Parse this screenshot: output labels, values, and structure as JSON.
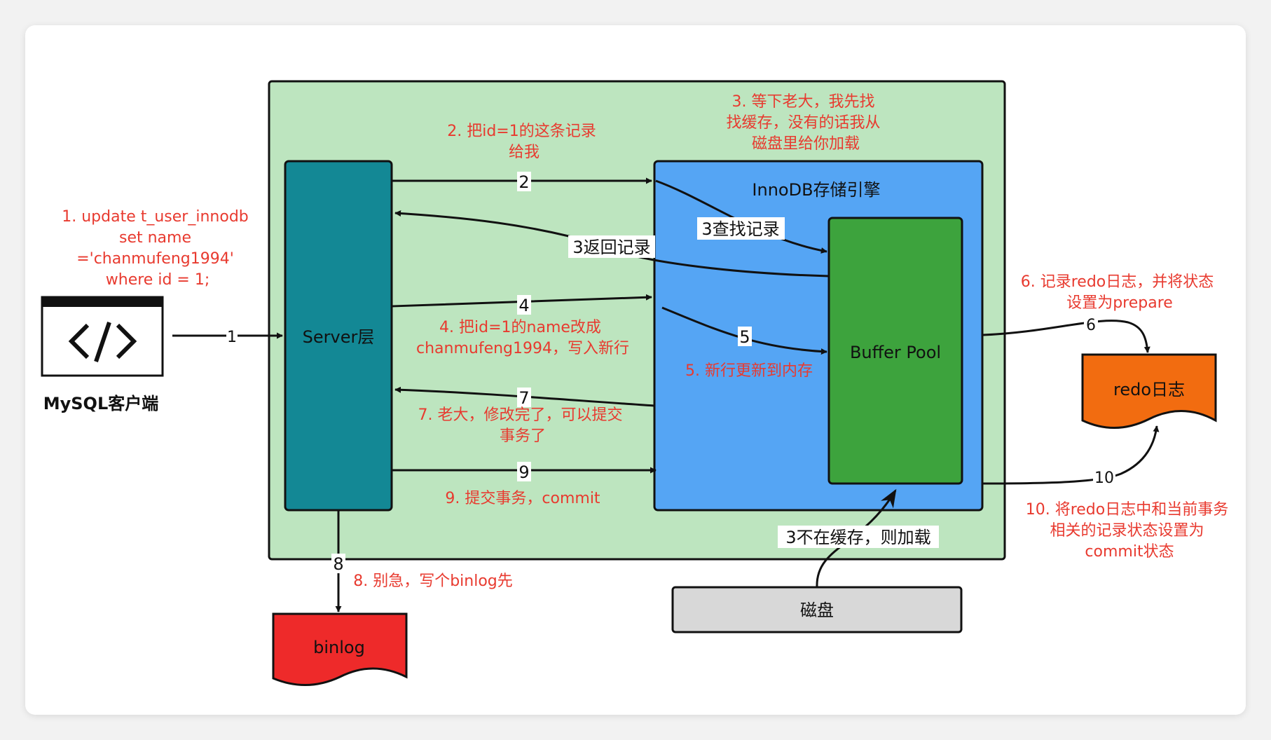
{
  "nodes": {
    "client_label": "MySQL客户端",
    "server": "Server层",
    "innodb": "InnoDB存储引擎",
    "buffer_pool": "Buffer Pool",
    "disk": "磁盘",
    "binlog": "binlog",
    "redo": "redo日志"
  },
  "edges": {
    "e1": "1",
    "e2": "2",
    "e3_find": "3查找记录",
    "e3_return": "3返回记录",
    "e4": "4",
    "e5": "5",
    "e6": "6",
    "e7": "7",
    "e8": "8",
    "e9": "9",
    "e10": "10",
    "e3_load": "3不在缓存，则加载"
  },
  "notes": {
    "n1": [
      "1. update t_user_innodb",
      "set name",
      "='chanmufeng1994'",
      "where id = 1;"
    ],
    "n2": [
      "2. 把id=1的这条记录",
      "给我"
    ],
    "n3": [
      "3. 等下老大，我先找",
      "找缓存，没有的话我从",
      "磁盘里给你加载"
    ],
    "n4": [
      "4. 把id=1的name改成",
      "chanmufeng1994，写入新行"
    ],
    "n5": [
      "5. 新行更新到内存"
    ],
    "n6": [
      "6. 记录redo日志，并将状态",
      "设置为prepare"
    ],
    "n7": [
      "7. 老大，修改完了，可以提交",
      "事务了"
    ],
    "n8": [
      "8. 别急，写个binlog先"
    ],
    "n9": [
      "9. 提交事务，commit"
    ],
    "n10": [
      "10. 将redo日志中和当前事务",
      "相关的记录状态设置为",
      "commit状态"
    ]
  },
  "colors": {
    "panel": "#bde5bf",
    "server": "#138895",
    "innodb": "#55a5f4",
    "buffer_pool": "#3da33d",
    "disk": "#d8d8d8",
    "binlog": "#ee2a2a",
    "redo": "#f26c10",
    "annotation": "#e83a2f"
  },
  "icons": {
    "client": "code-window-icon"
  }
}
